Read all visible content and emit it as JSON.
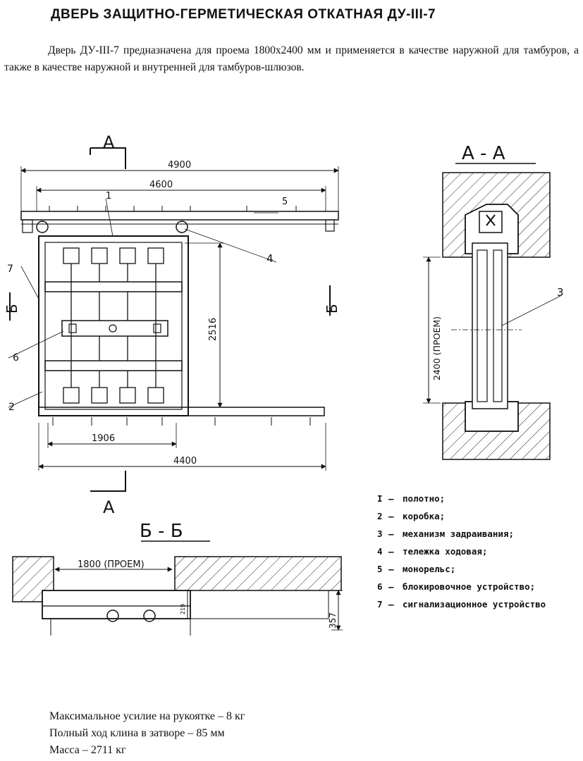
{
  "title": "ДВЕРЬ ЗАЩИТНО-ГЕРМЕТИЧЕСКАЯ ОТКАТНАЯ   ДУ-III-7",
  "intro": "Дверь ДУ-III-7 предназначена для проема 1800х2400 мм и применяется в качестве наружной для тамбуров, а также в качестве наружной и внутренней для тамбуров-шлюзов.",
  "drawing": {
    "section_a_label": "А",
    "section_aa_title": "А - А",
    "section_b_label": "Б",
    "section_bb_title": "Б - Б",
    "dims": {
      "overall": "4900",
      "rail": "4600",
      "height": "2516",
      "leaf": "1906",
      "base": "4400",
      "opening_height": "2400 (ПРОЕМ)",
      "opening_width": "1800 (ПРОЕМ)",
      "depth": "357",
      "small": "219"
    },
    "callouts": {
      "c1": "1",
      "c2": "2",
      "c3": "3",
      "c4": "4",
      "c5": "5",
      "c6": "6",
      "c7": "7"
    }
  },
  "legend": [
    {
      "num": "I",
      "text": "полотно;"
    },
    {
      "num": "2",
      "text": "коробка;"
    },
    {
      "num": "3",
      "text": "механизм задраивания;"
    },
    {
      "num": "4",
      "text": "тележка ходовая;"
    },
    {
      "num": "5",
      "text": "монорельс;"
    },
    {
      "num": "6",
      "text": "блокировочное устройство;"
    },
    {
      "num": "7",
      "text": "сигнализационное устройство"
    }
  ],
  "specs": [
    "Максимальное усилие на рукоятке – 8 кг",
    "Полный ход клина в затворе – 85 мм",
    "Масса – 2711 кг"
  ]
}
